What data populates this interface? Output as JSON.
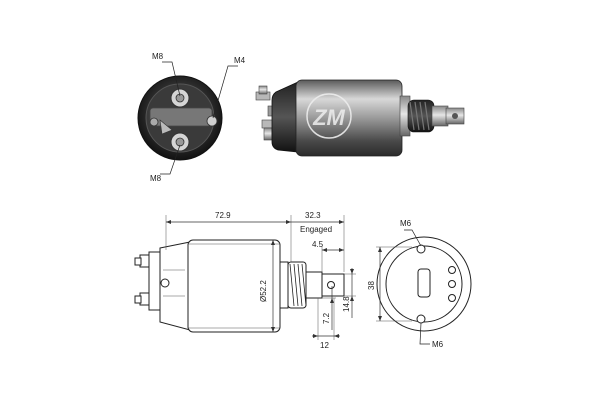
{
  "photo": {
    "end_view_callouts": {
      "m8_top": "M8",
      "m4": "M4",
      "m8_bottom": "M8"
    },
    "side_view_logo": "ZM"
  },
  "drawing": {
    "length_body": "72.9",
    "length_engaged": "32.3",
    "engaged_label": "Engaged",
    "dim_4_5": "4.5",
    "diameter_body": "Ø52.2",
    "dim_14_8": "14.8",
    "dim_7_2": "7.2",
    "dim_12": "12",
    "dim_38": "38",
    "m6_top": "M6",
    "m6_bottom": "M6"
  }
}
